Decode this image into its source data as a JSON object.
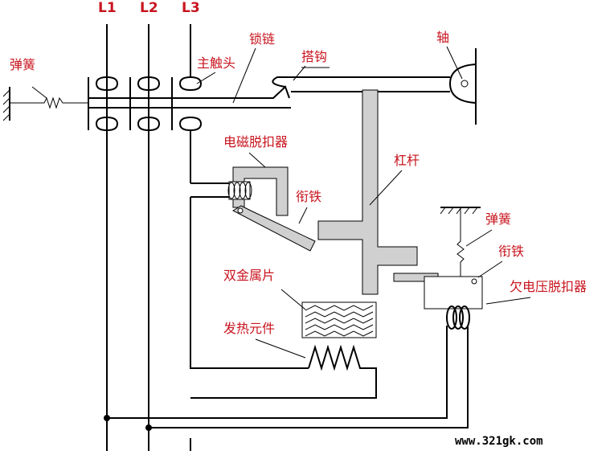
{
  "phases": {
    "l1": "L1",
    "l2": "L2",
    "l3": "L3"
  },
  "labels": {
    "spring_left": "弹簧",
    "lock_chain": "锁链",
    "main_contact": "主触头",
    "hook": "搭钩",
    "shaft": "轴",
    "electromagnetic_release": "电磁脱扣器",
    "armature_upper": "衔铁",
    "lever": "杠杆",
    "spring_right": "弹簧",
    "armature_right": "衔铁",
    "undervoltage_release": "欠电压脱扣器",
    "bimetal": "双金属片",
    "heating_element": "发热元件"
  },
  "watermark": "www.321gk.com",
  "colors": {
    "label": "#c8141e",
    "gray_part": "#d0d0d0",
    "line": "#000000"
  }
}
